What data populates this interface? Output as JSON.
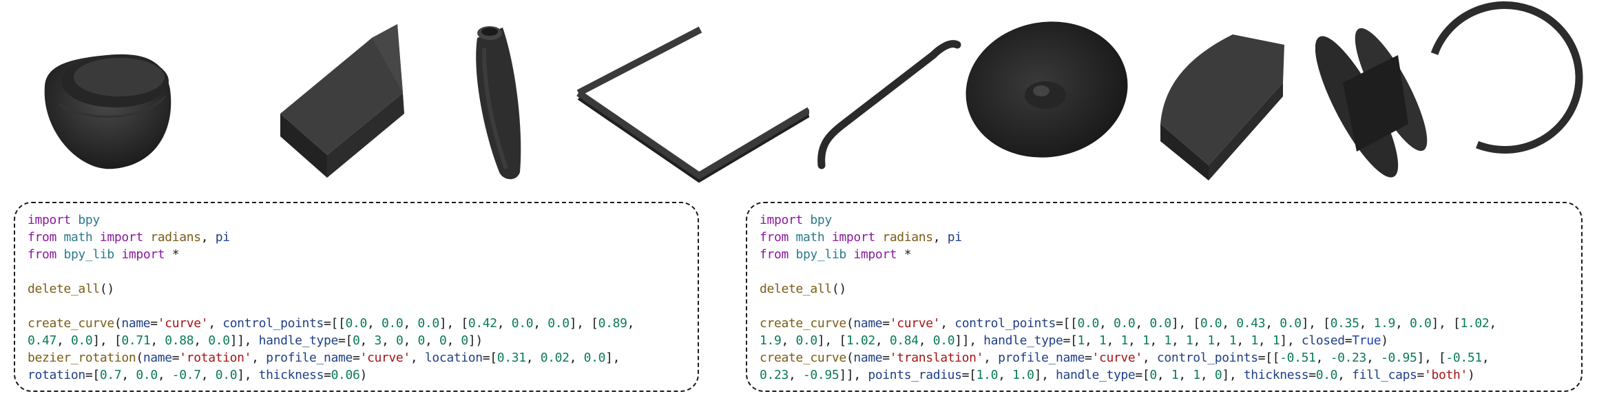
{
  "renders": [
    {
      "name": "rotated-bowl-render"
    },
    {
      "name": "extruded-prism-render"
    },
    {
      "name": "tapered-tube-render"
    },
    {
      "name": "v-bar-render"
    },
    {
      "name": "curved-rod-render"
    },
    {
      "name": "torus-blob-render"
    },
    {
      "name": "rounded-block-render"
    },
    {
      "name": "spool-render"
    },
    {
      "name": "open-ring-render"
    }
  ],
  "code_left": [
    [
      [
        "kw",
        "import"
      ],
      [
        "t",
        " "
      ],
      [
        "mod",
        "bpy"
      ]
    ],
    [
      [
        "kw",
        "from"
      ],
      [
        "t",
        " "
      ],
      [
        "mod",
        "math"
      ],
      [
        "t",
        " "
      ],
      [
        "kw",
        "import"
      ],
      [
        "t",
        " "
      ],
      [
        "fn",
        "radians"
      ],
      [
        "t",
        ", "
      ],
      [
        "param",
        "pi"
      ]
    ],
    [
      [
        "kw",
        "from"
      ],
      [
        "t",
        " "
      ],
      [
        "mod",
        "bpy_lib"
      ],
      [
        "t",
        " "
      ],
      [
        "kw",
        "import"
      ],
      [
        "t",
        " *"
      ]
    ],
    [
      [
        "t",
        ""
      ]
    ],
    [
      [
        "fn",
        "delete_all"
      ],
      [
        "t",
        "()"
      ]
    ],
    [
      [
        "t",
        ""
      ]
    ],
    [
      [
        "fn",
        "create_curve"
      ],
      [
        "t",
        "("
      ],
      [
        "param",
        "name"
      ],
      [
        "t",
        "="
      ],
      [
        "str",
        "'curve'"
      ],
      [
        "t",
        ", "
      ],
      [
        "param",
        "control_points"
      ],
      [
        "t",
        "=[["
      ],
      [
        "num",
        "0.0"
      ],
      [
        "t",
        ", "
      ],
      [
        "num",
        "0.0"
      ],
      [
        "t",
        ", "
      ],
      [
        "num",
        "0.0"
      ],
      [
        "t",
        "], ["
      ],
      [
        "num",
        "0.42"
      ],
      [
        "t",
        ", "
      ],
      [
        "num",
        "0.0"
      ],
      [
        "t",
        ", "
      ],
      [
        "num",
        "0.0"
      ],
      [
        "t",
        "], ["
      ],
      [
        "num",
        "0.89"
      ],
      [
        "t",
        ","
      ]
    ],
    [
      [
        "num",
        "0.47"
      ],
      [
        "t",
        ", "
      ],
      [
        "num",
        "0.0"
      ],
      [
        "t",
        "], ["
      ],
      [
        "num",
        "0.71"
      ],
      [
        "t",
        ", "
      ],
      [
        "num",
        "0.88"
      ],
      [
        "t",
        ", "
      ],
      [
        "num",
        "0.0"
      ],
      [
        "t",
        "]], "
      ],
      [
        "param",
        "handle_type"
      ],
      [
        "t",
        "=["
      ],
      [
        "num",
        "0"
      ],
      [
        "t",
        ", "
      ],
      [
        "num",
        "3"
      ],
      [
        "t",
        ", "
      ],
      [
        "num",
        "0"
      ],
      [
        "t",
        ", "
      ],
      [
        "num",
        "0"
      ],
      [
        "t",
        ", "
      ],
      [
        "num",
        "0"
      ],
      [
        "t",
        ", "
      ],
      [
        "num",
        "0"
      ],
      [
        "t",
        "])"
      ]
    ],
    [
      [
        "fn",
        "bezier_rotation"
      ],
      [
        "t",
        "("
      ],
      [
        "param",
        "name"
      ],
      [
        "t",
        "="
      ],
      [
        "str",
        "'rotation'"
      ],
      [
        "t",
        ", "
      ],
      [
        "param",
        "profile_name"
      ],
      [
        "t",
        "="
      ],
      [
        "str",
        "'curve'"
      ],
      [
        "t",
        ", "
      ],
      [
        "param",
        "location"
      ],
      [
        "t",
        "=["
      ],
      [
        "num",
        "0.31"
      ],
      [
        "t",
        ", "
      ],
      [
        "num",
        "0.02"
      ],
      [
        "t",
        ", "
      ],
      [
        "num",
        "0.0"
      ],
      [
        "t",
        "],"
      ]
    ],
    [
      [
        "param",
        "rotation"
      ],
      [
        "t",
        "=["
      ],
      [
        "num",
        "0.7"
      ],
      [
        "t",
        ", "
      ],
      [
        "num",
        "0.0"
      ],
      [
        "t",
        ", "
      ],
      [
        "num",
        "-0.7"
      ],
      [
        "t",
        ", "
      ],
      [
        "num",
        "0.0"
      ],
      [
        "t",
        "], "
      ],
      [
        "param",
        "thickness"
      ],
      [
        "t",
        "="
      ],
      [
        "num",
        "0.06"
      ],
      [
        "t",
        ")"
      ]
    ]
  ],
  "code_right": [
    [
      [
        "kw",
        "import"
      ],
      [
        "t",
        " "
      ],
      [
        "mod",
        "bpy"
      ]
    ],
    [
      [
        "kw",
        "from"
      ],
      [
        "t",
        " "
      ],
      [
        "mod",
        "math"
      ],
      [
        "t",
        " "
      ],
      [
        "kw",
        "import"
      ],
      [
        "t",
        " "
      ],
      [
        "fn",
        "radians"
      ],
      [
        "t",
        ", "
      ],
      [
        "param",
        "pi"
      ]
    ],
    [
      [
        "kw",
        "from"
      ],
      [
        "t",
        " "
      ],
      [
        "mod",
        "bpy_lib"
      ],
      [
        "t",
        " "
      ],
      [
        "kw",
        "import"
      ],
      [
        "t",
        " *"
      ]
    ],
    [
      [
        "t",
        ""
      ]
    ],
    [
      [
        "fn",
        "delete_all"
      ],
      [
        "t",
        "()"
      ]
    ],
    [
      [
        "t",
        ""
      ]
    ],
    [
      [
        "fn",
        "create_curve"
      ],
      [
        "t",
        "("
      ],
      [
        "param",
        "name"
      ],
      [
        "t",
        "="
      ],
      [
        "str",
        "'curve'"
      ],
      [
        "t",
        ", "
      ],
      [
        "param",
        "control_points"
      ],
      [
        "t",
        "=[["
      ],
      [
        "num",
        "0.0"
      ],
      [
        "t",
        ", "
      ],
      [
        "num",
        "0.0"
      ],
      [
        "t",
        ", "
      ],
      [
        "num",
        "0.0"
      ],
      [
        "t",
        "], ["
      ],
      [
        "num",
        "0.0"
      ],
      [
        "t",
        ", "
      ],
      [
        "num",
        "0.43"
      ],
      [
        "t",
        ", "
      ],
      [
        "num",
        "0.0"
      ],
      [
        "t",
        "], ["
      ],
      [
        "num",
        "0.35"
      ],
      [
        "t",
        ", "
      ],
      [
        "num",
        "1.9"
      ],
      [
        "t",
        ", "
      ],
      [
        "num",
        "0.0"
      ],
      [
        "t",
        "], ["
      ],
      [
        "num",
        "1.02"
      ],
      [
        "t",
        ","
      ]
    ],
    [
      [
        "num",
        "1.9"
      ],
      [
        "t",
        ", "
      ],
      [
        "num",
        "0.0"
      ],
      [
        "t",
        "], ["
      ],
      [
        "num",
        "1.02"
      ],
      [
        "t",
        ", "
      ],
      [
        "num",
        "0.84"
      ],
      [
        "t",
        ", "
      ],
      [
        "num",
        "0.0"
      ],
      [
        "t",
        "]], "
      ],
      [
        "param",
        "handle_type"
      ],
      [
        "t",
        "=["
      ],
      [
        "num",
        "1"
      ],
      [
        "t",
        ", "
      ],
      [
        "num",
        "1"
      ],
      [
        "t",
        ", "
      ],
      [
        "num",
        "1"
      ],
      [
        "t",
        ", "
      ],
      [
        "num",
        "1"
      ],
      [
        "t",
        ", "
      ],
      [
        "num",
        "1"
      ],
      [
        "t",
        ", "
      ],
      [
        "num",
        "1"
      ],
      [
        "t",
        ", "
      ],
      [
        "num",
        "1"
      ],
      [
        "t",
        ", "
      ],
      [
        "num",
        "1"
      ],
      [
        "t",
        ", "
      ],
      [
        "num",
        "1"
      ],
      [
        "t",
        ", "
      ],
      [
        "num",
        "1"
      ],
      [
        "t",
        "], "
      ],
      [
        "param",
        "closed"
      ],
      [
        "t",
        "="
      ],
      [
        "kwc",
        "True"
      ],
      [
        "t",
        ")"
      ]
    ],
    [
      [
        "fn",
        "create_curve"
      ],
      [
        "t",
        "("
      ],
      [
        "param",
        "name"
      ],
      [
        "t",
        "="
      ],
      [
        "str",
        "'translation'"
      ],
      [
        "t",
        ", "
      ],
      [
        "param",
        "profile_name"
      ],
      [
        "t",
        "="
      ],
      [
        "str",
        "'curve'"
      ],
      [
        "t",
        ", "
      ],
      [
        "param",
        "control_points"
      ],
      [
        "t",
        "=[["
      ],
      [
        "num",
        "-0.51"
      ],
      [
        "t",
        ", "
      ],
      [
        "num",
        "-0.23"
      ],
      [
        "t",
        ", "
      ],
      [
        "num",
        "-0.95"
      ],
      [
        "t",
        "], ["
      ],
      [
        "num",
        "-0.51"
      ],
      [
        "t",
        ","
      ]
    ],
    [
      [
        "num",
        "0.23"
      ],
      [
        "t",
        ", "
      ],
      [
        "num",
        "-0.95"
      ],
      [
        "t",
        "]], "
      ],
      [
        "param",
        "points_radius"
      ],
      [
        "t",
        "=["
      ],
      [
        "num",
        "1.0"
      ],
      [
        "t",
        ", "
      ],
      [
        "num",
        "1.0"
      ],
      [
        "t",
        "], "
      ],
      [
        "param",
        "handle_type"
      ],
      [
        "t",
        "=["
      ],
      [
        "num",
        "0"
      ],
      [
        "t",
        ", "
      ],
      [
        "num",
        "1"
      ],
      [
        "t",
        ", "
      ],
      [
        "num",
        "1"
      ],
      [
        "t",
        ", "
      ],
      [
        "num",
        "0"
      ],
      [
        "t",
        "], "
      ],
      [
        "param",
        "thickness"
      ],
      [
        "t",
        "="
      ],
      [
        "num",
        "0.0"
      ],
      [
        "t",
        ", "
      ],
      [
        "param",
        "fill_caps"
      ],
      [
        "t",
        "="
      ],
      [
        "str",
        "'both'"
      ],
      [
        "t",
        ")"
      ]
    ]
  ]
}
